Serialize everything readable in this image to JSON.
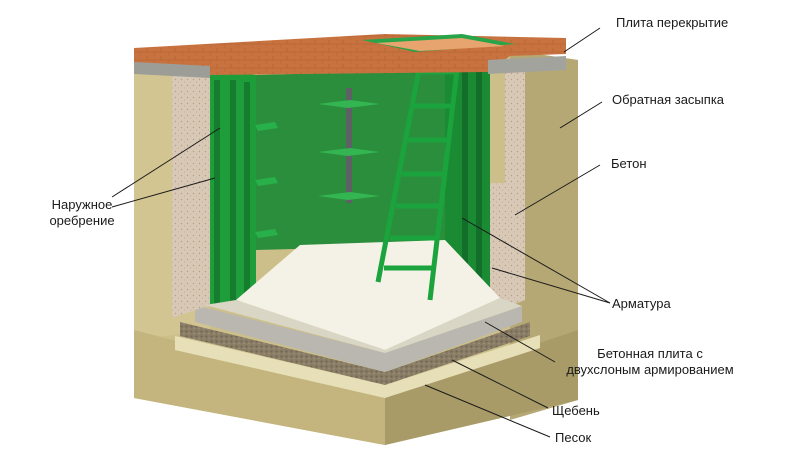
{
  "labels": {
    "slab_cover": "Плита перекрытие",
    "backfill": "Обратная засыпка",
    "concrete": "Бетон",
    "outer_ribs_line1": "Наружное",
    "outer_ribs_line2": "оребрение",
    "rebar": "Арматура",
    "base_slab_line1": "Бетонная плита с",
    "base_slab_line2": "двухслоным армированием",
    "gravel": "Щебень",
    "sand": "Песок"
  },
  "colors": {
    "brick": "#c8733f",
    "soil": "#cfc48f",
    "concrete": "#d9c9b8",
    "green": "#1f9a3a",
    "floor": "#f4f2e6",
    "leader": "#1a1a1a"
  }
}
